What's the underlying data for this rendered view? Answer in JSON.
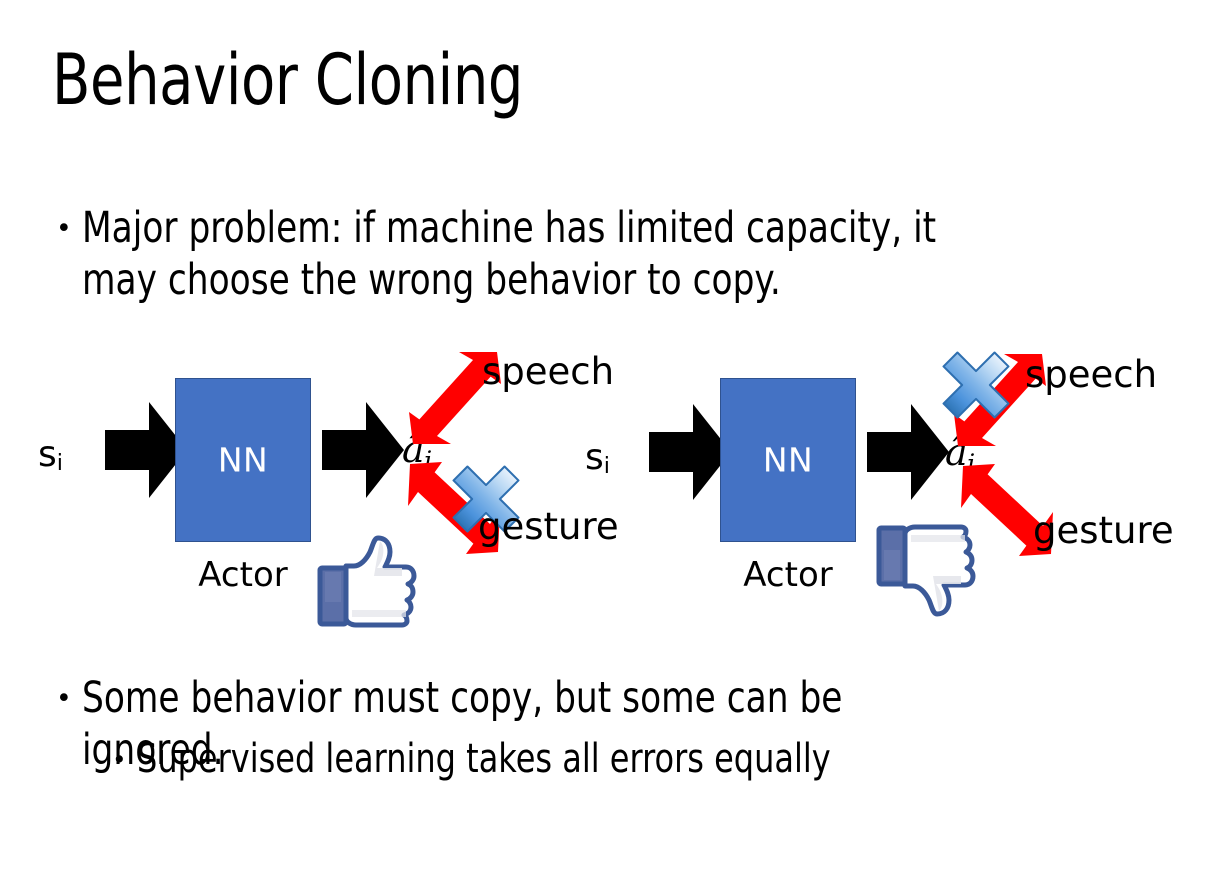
{
  "slide": {
    "title": "Behavior Cloning",
    "background_color": "#FFFFFF",
    "text_color": "#000000"
  },
  "bullets": {
    "top": "Major problem: if machine has limited capacity, it may choose the wrong behavior to copy.",
    "bottom_level1": "Some behavior must copy, but some can be ignored.",
    "bottom_level2": "Supervised learning takes all errors equally",
    "marker": "•"
  },
  "colors": {
    "nn_box_fill": "#4472C4",
    "nn_box_border": "#2F528F",
    "nn_text": "#FFFFFF",
    "arrow_black": "#000000",
    "arrow_red": "#FF0000",
    "cross_blue_light": "#CFE2F7",
    "cross_blue_mid": "#6AA6E0",
    "cross_blue_dark": "#2E75B6",
    "thumb_outline": "#3B5998",
    "thumb_cuff": "#5B6FA8",
    "thumb_fill": "#FFFFFF",
    "thumb_shadow": "#E4E6EB"
  },
  "diagrams": [
    {
      "id": "left",
      "state_label": "s",
      "state_subscript": "i",
      "nn_label": "NN",
      "actor_label": "Actor",
      "action_label": "â",
      "action_subscript": "i",
      "branch_top_label": "speech",
      "branch_bottom_label": "gesture",
      "crossed_branch": "gesture",
      "feedback_icon": "thumbs-up-icon",
      "feedback_meaning": "copied correct behavior"
    },
    {
      "id": "right",
      "state_label": "s",
      "state_subscript": "i",
      "nn_label": "NN",
      "actor_label": "Actor",
      "action_label": "â",
      "action_subscript": "i",
      "branch_top_label": "speech",
      "branch_bottom_label": "gesture",
      "crossed_branch": "speech",
      "feedback_icon": "thumbs-down-icon",
      "feedback_meaning": "copied wrong behavior"
    }
  ]
}
